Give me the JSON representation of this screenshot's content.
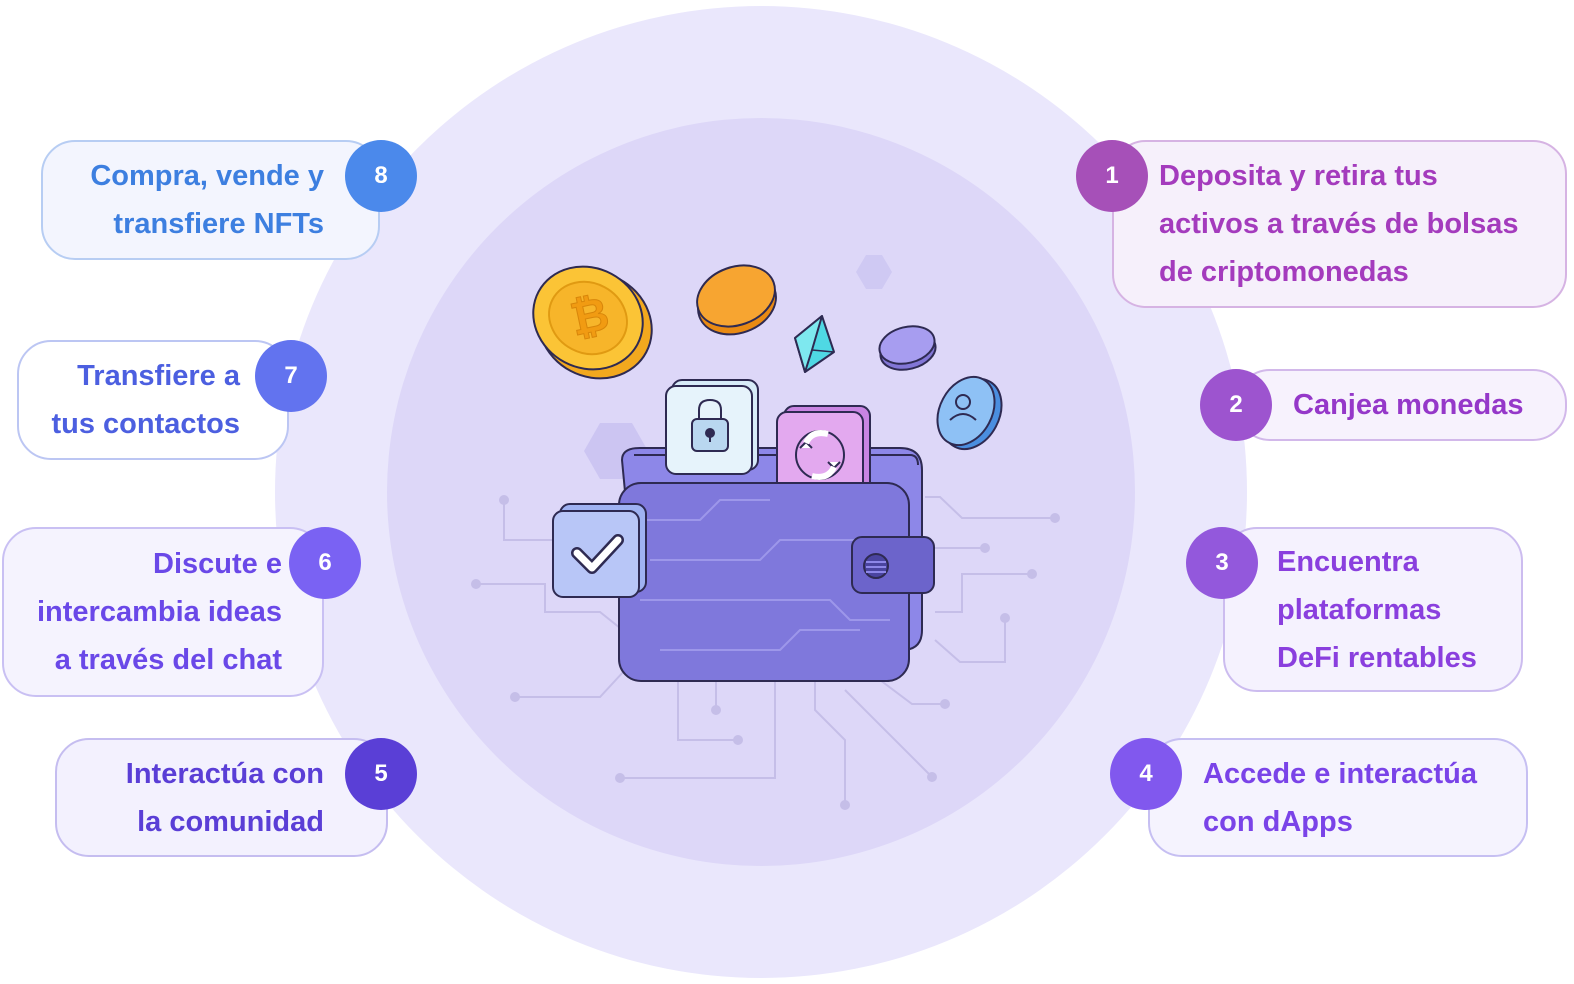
{
  "features": [
    {
      "number": "1",
      "lines": [
        "Deposita y retira tus",
        "activos a través de bolsas",
        "de criptomonedas"
      ],
      "color": "#a43bbd",
      "badge_color": "#a650b8",
      "border_color": "#d6b3e3",
      "fill": "#f6f0fb"
    },
    {
      "number": "2",
      "lines": [
        "Canjea monedas"
      ],
      "color": "#9538c9",
      "badge_color": "#9d54cf",
      "border_color": "#d2b8ea",
      "fill": "#f7f2fd"
    },
    {
      "number": "3",
      "lines": [
        "Encuentra",
        "plataformas",
        "DeFi rentables"
      ],
      "color": "#8a3fde",
      "badge_color": "#9358dc",
      "border_color": "#ccbcef",
      "fill": "#f5f2fe"
    },
    {
      "number": "4",
      "lines": [
        "Accede e interactúa",
        "con dApps"
      ],
      "color": "#7a43e8",
      "badge_color": "#8158ee",
      "border_color": "#c6bff2",
      "fill": "#f5f3fe"
    },
    {
      "number": "5",
      "lines": [
        "Interactúa con",
        "la comunidad"
      ],
      "color": "#5a3ed6",
      "badge_color": "#5a3fd6",
      "border_color": "#c5bdf0",
      "fill": "#f3f1fe"
    },
    {
      "number": "6",
      "lines": [
        "Discute e",
        "intercambia ideas",
        "a través del chat"
      ],
      "color": "#6a48e8",
      "badge_color": "#7a62f3",
      "border_color": "#c9c0f3",
      "fill": "#f5f3fe"
    },
    {
      "number": "7",
      "lines": [
        "Transfiere a",
        "tus contactos"
      ],
      "color": "#4c5fe0",
      "badge_color": "#6273ef",
      "border_color": "#bcc6f3",
      "fill": "#ffffff"
    },
    {
      "number": "8",
      "lines": [
        "Compra, vende y",
        "transfiere NFTs"
      ],
      "color": "#3d7fe0",
      "badge_color": "#4b89eb",
      "border_color": "#b7cdf3",
      "fill": "#f3f5fe"
    }
  ],
  "illustration": {
    "icons": [
      "bitcoin-coin-icon",
      "orange-coin-icon",
      "ethereum-crystal-icon",
      "purple-coin-icon",
      "user-coin-icon",
      "lock-card-icon",
      "swap-card-icon",
      "check-card-icon",
      "wallet-icon"
    ],
    "colors": {
      "outer_circle": "#eae7fc",
      "inner_circle": "#ddd7f8",
      "wallet": "#7f78dc",
      "outline": "#2e2a52"
    }
  }
}
